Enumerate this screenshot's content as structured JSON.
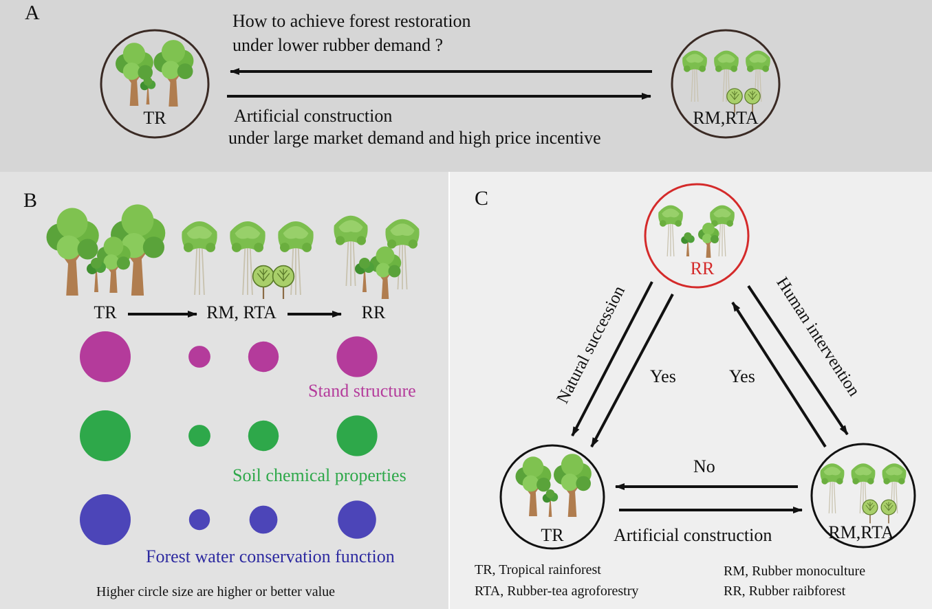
{
  "panel_a": {
    "letter": "A",
    "node_left": "TR",
    "node_right": "RM,RTA",
    "top_arrow_line1": "How to achieve forest restoration",
    "top_arrow_line2": "under lower rubber demand ?",
    "bottom_arrow_line1": "Artificial construction",
    "bottom_arrow_line2": "under large market demand and high price incentive"
  },
  "panel_b": {
    "letter": "B",
    "stage_labels": [
      "TR",
      "RM, RTA",
      "RR"
    ],
    "indicators": [
      {
        "label": "Stand structure",
        "color": "#b43b9b",
        "relative_sizes": [
          1.0,
          0.43,
          0.6,
          0.8
        ]
      },
      {
        "label": "Soil chemical properties",
        "color": "#2ea84a",
        "relative_sizes": [
          1.0,
          0.43,
          0.6,
          0.8
        ]
      },
      {
        "label": "Forest water conservation function",
        "color": "#4c45b8",
        "relative_sizes": [
          1.0,
          0.41,
          0.55,
          0.75
        ]
      }
    ],
    "note": "Higher circle size are higher or better value"
  },
  "panel_c": {
    "letter": "C",
    "node_top": "RR",
    "node_left": "TR",
    "node_right": "RM,RTA",
    "left_edge_label": "Natural succession",
    "right_edge_label": "Human intervention",
    "yes_left": "Yes",
    "yes_right": "Yes",
    "no_label": "No",
    "bottom_label": "Artificial construction",
    "legend": [
      "TR, Tropical rainforest",
      "RM, Rubber monoculture",
      "RTA, Rubber-tea agroforestry",
      "RR, Rubber raibforest"
    ]
  },
  "colors": {
    "panel_a_bg": "#d6d6d6",
    "panel_b_bg": "#e2e2e2",
    "panel_c_bg": "#efefef",
    "rr_circle": "#d42a2a",
    "trunk": "#b07d4f",
    "broadleaf": "#6cb441",
    "rubber_leaf": "#7cbe4e",
    "tea": "#a9cf6a"
  }
}
